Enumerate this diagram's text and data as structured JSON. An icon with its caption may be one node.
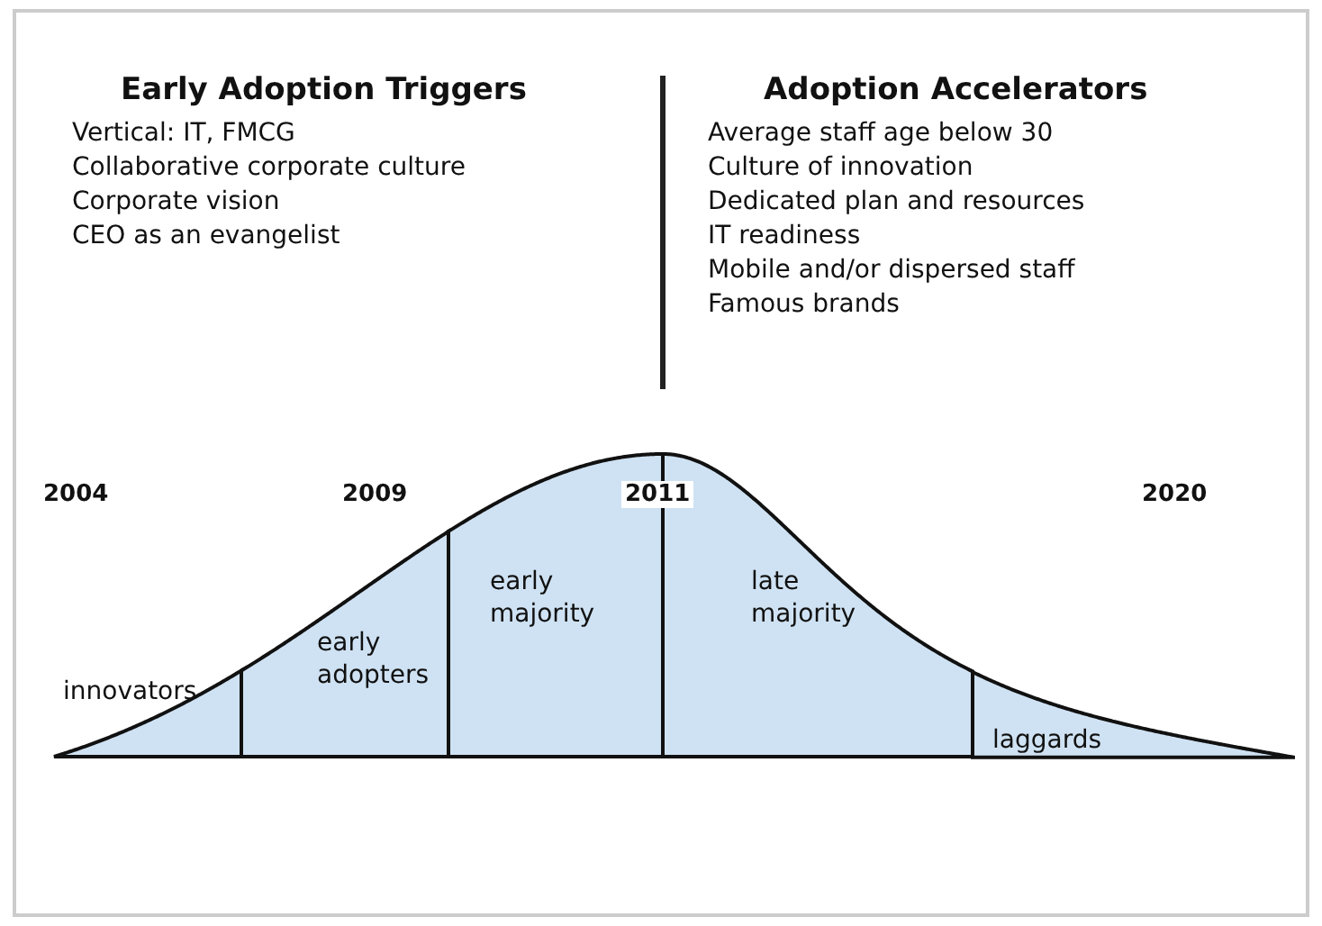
{
  "diagram": {
    "nodes": [
      {
        "text": [
          "innovators"
        ]
      },
      {
        "text": [
          "early adopters"
        ]
      },
      {
        "text": [
          "early majority"
        ]
      },
      {
        "text": [
          "late majority"
        ]
      },
      {
        "text": [
          "laggards"
        ]
      }
    ],
    "edges": [],
    "labels": [
      "Early Adoption Triggers",
      "Vertical: IT, FMCG",
      "Collaborative corporate culture",
      "Corporate vision",
      "CEO as an evangelist",
      "Adoption Accelerators",
      "Average staff age below 30",
      "Culture of innovation",
      "Dedicated plan and resources",
      "IT readiness",
      "Mobile and/or dispersed staff",
      "Famous brands",
      "2004",
      "2009",
      "2011",
      "2020"
    ]
  }
}
